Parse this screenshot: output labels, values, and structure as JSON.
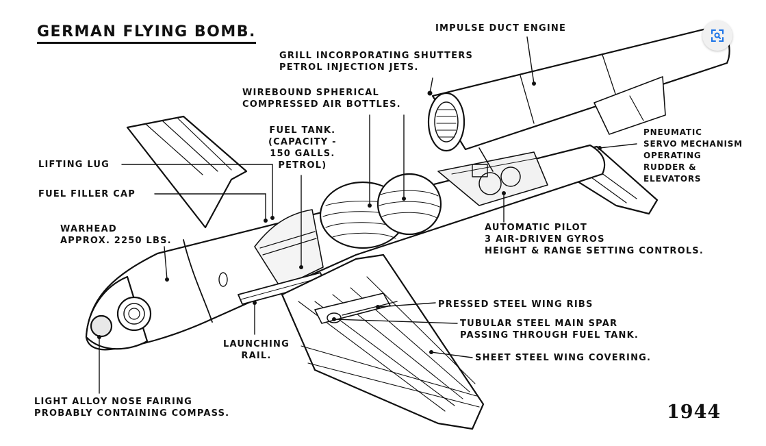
{
  "title": "GERMAN FLYING BOMB.",
  "year": "1944",
  "zoom_button": {
    "icon": "zoom-expand-icon",
    "color": "#1a73e8"
  },
  "labels": {
    "impulse_duct_engine": [
      "IMPULSE DUCT ENGINE"
    ],
    "grill_shutters": [
      "GRILL INCORPORATING SHUTTERS",
      "PETROL INJECTION JETS."
    ],
    "air_bottles": [
      "WIREBOUND SPHERICAL",
      "COMPRESSED AIR BOTTLES."
    ],
    "fuel_tank": [
      "FUEL TANK.",
      "(CAPACITY -",
      "150 GALLS.",
      "PETROL)"
    ],
    "lifting_lug": [
      "LIFTING LUG"
    ],
    "fuel_filler_cap": [
      "FUEL FILLER CAP"
    ],
    "warhead": [
      "WARHEAD",
      "APPROX. 2250 LBS."
    ],
    "pneumatic_servo": [
      "PNEUMATIC",
      "SERVO MECHANISM",
      "OPERATING",
      "RUDDER &",
      "ELEVATORS"
    ],
    "automatic_pilot": [
      "AUTOMATIC PILOT",
      "3 AIR-DRIVEN GYROS",
      "HEIGHT & RANGE SETTING CONTROLS."
    ],
    "wing_ribs": [
      "PRESSED STEEL WING RIBS"
    ],
    "main_spar": [
      "TUBULAR STEEL MAIN SPAR",
      "PASSING THROUGH FUEL TANK."
    ],
    "wing_covering": [
      "SHEET STEEL WING COVERING."
    ],
    "launching_rail": [
      "LAUNCHING",
      "RAIL."
    ],
    "nose_fairing": [
      "LIGHT ALLOY NOSE FAIRING",
      "PROBABLY CONTAINING COMPASS."
    ]
  }
}
